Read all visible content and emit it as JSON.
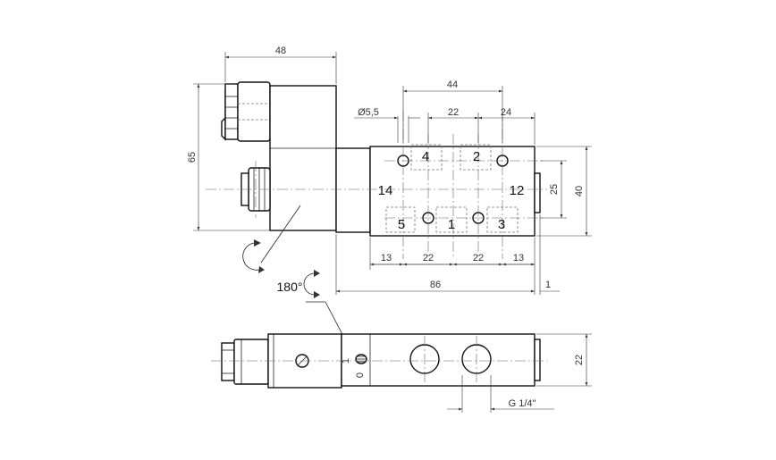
{
  "dimensions": {
    "coil_width": "48",
    "overall_height": "65",
    "mount_hole_spacing": "44",
    "hole_diameter": "Ø5,5",
    "port_spacing_top": "22",
    "top_offset": "24",
    "port_row_height": "25",
    "body_height": "40",
    "bottom_left": "13",
    "bottom_mid_1": "22",
    "bottom_mid_2": "22",
    "bottom_right": "13",
    "body_length": "86",
    "end_gap": "1",
    "side_height": "22",
    "thread": "G 1/4\""
  },
  "ports": {
    "p4": "4",
    "p2": "2",
    "p14": "14",
    "p12": "12",
    "p5": "5",
    "p1": "1",
    "p3": "3"
  },
  "rotation": {
    "label": "180°"
  },
  "manual_override": {
    "on": "1",
    "off": "0"
  }
}
